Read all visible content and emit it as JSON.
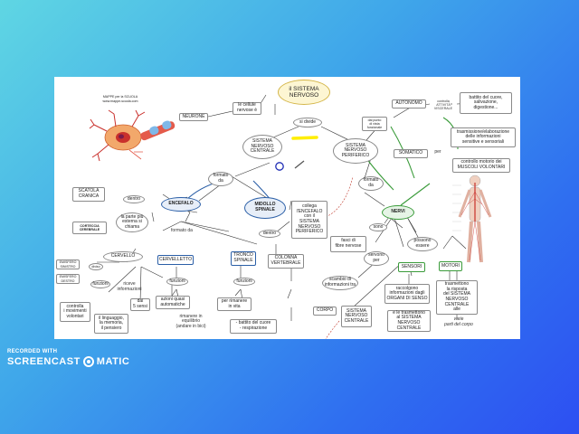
{
  "credits": [
    "MAPPE per la SCUOLA",
    "www.mappe-scuola.com"
  ],
  "nodes": {
    "sistema_nervoso": "il SISTEMA\nNERVOSO",
    "le_cellule": "le cellule\nnervose è",
    "neurone": "NEURONE",
    "si_divide": "si divide",
    "snc": "SISTEMA\nNERVOSO\nCENTRALE",
    "snp": "SISTEMA\nNERVOSO\nPERIFERICO",
    "dal_punto": "dal punto\ndi vista\nfunzionale",
    "autonomo": "AUTONOMO",
    "controllo_viscerale": "controlla\nATTIVITÀ\nVISCERALE",
    "battito": "battito del cuore,\nsalivazione,\ndigestione...",
    "somatico": "SOMATICO",
    "per": "per",
    "trasmissione": "trasmissione/elaborazione\ndelle informazioni\nsensitive e sensoriali",
    "controllo_motorio": "controllo motorio dei\nMUSCOLI VOLONTARI",
    "formato_da_1": "formato\nda",
    "formato_da_2": "formato\nda",
    "formato_da_3": "formato da",
    "encefalo": "ENCEFALO",
    "midollo": "MIDOLLO\nSPINALE",
    "collega": "collega\nl'ENCEFALO\ncon il\nSISTEMA\nNERVOSO\nPERIFERICO",
    "dentro_1": "dentro",
    "dentro_2": "dentro",
    "scatola": "SCATOLA\nCRANICA",
    "la_parte": "la parte più\nesterna si\nchiama",
    "corteccia": "CORTECCIA\nCEREBRALE",
    "colonna": "COLONNA\nVERTEBRALE",
    "nervi": "NERVI",
    "sono": "sono",
    "fasci": "fasci di\nfibre nervose",
    "servono": "servono\nper",
    "possono": "possono\nessere",
    "sensori": "SENSORI",
    "motori": "MOTORI",
    "scambio": "scambio di\ninformazioni tra",
    "corpo": "CORPO",
    "snc_small": "SISTEMA\nNERVOSO\nCENTRALE",
    "raccolgono": "raccolgono\ninformazioni dagli\nORGANI DI SENSO",
    "trasmettono_snc": "e le trasmettono\nal SISTEMA\nNERVOSO\nCENTRALE",
    "trasmettono_risposta": "trasmettono\nla risposta\ndel SISTEMA\nNERVOSO\nCENTRALE\nalle",
    "varie_parti": "varie\nparti del corpo",
    "cervello": "CERVELLO",
    "cervelletto": "CERVELLETTO",
    "tronco": "TRONCO\nSPINALE",
    "emisfero_sx": "EMISFERO\nSINISTRO",
    "emisfero_dx": "EMISFERO\nDESTRO",
    "diviso": "diviso",
    "funzioni_1": "funzioni",
    "funzioni_2": "funzioni",
    "funzioni_3": "funzioni",
    "controlla_movimenti": "controlla\ni movimenti\nvolontari",
    "linguaggio": "il linguaggio,\nla memoria,\nil pensiero",
    "riceve": "riceve\ninformazioni",
    "dai_5": "dai\n5 sensi",
    "azioni": "azioni quasi\nautomatiche",
    "rimanere_eq": "rimanere in\nequilibrio\n(andare in bici)",
    "rimanere_vita": "per rimanere\nin vita",
    "battito_resp": "- battito del cuore\n- respirazione"
  },
  "branding": {
    "recorded": "RECORDED WITH",
    "name_left": "SCREENCAST",
    "name_right": "MATIC"
  },
  "colors": {
    "accent_green": "#3a9b3a",
    "accent_blue": "#2b5fa7",
    "accent_yellow": "#d4b64a",
    "highlight": "#ffee00"
  }
}
